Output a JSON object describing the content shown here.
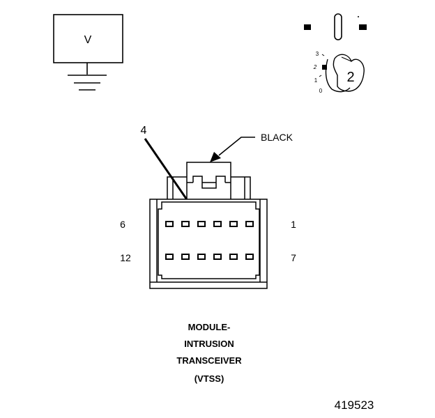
{
  "meter": {
    "symbol": "V",
    "icon": "voltmeter-icon"
  },
  "ignition_switch": {
    "icon": "ignition-key-icon",
    "positions": [
      "3",
      "2",
      "1",
      "0"
    ],
    "selected_position": "2"
  },
  "connector": {
    "color_label": "BLACK",
    "probe_pin": "4",
    "pin_labels": {
      "top_left": "6",
      "top_right": "1",
      "bottom_left": "12",
      "bottom_right": "7"
    },
    "title_lines": [
      "MODULE-",
      "INTRUSION",
      "TRANSCEIVER",
      "(VTSS)"
    ]
  },
  "figure_id": "419523"
}
